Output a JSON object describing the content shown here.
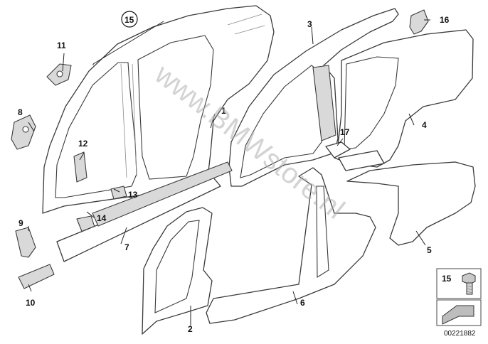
{
  "diagram": {
    "watermark": "www.BMWstore.nl",
    "callouts": {
      "c1": "1",
      "c2": "2",
      "c3": "3",
      "c4": "4",
      "c5": "5",
      "c6": "6",
      "c7": "7",
      "c8": "8",
      "c9": "9",
      "c10": "10",
      "c11": "11",
      "c12": "12",
      "c13": "13",
      "c14": "14",
      "c15_circled": "15",
      "c16": "16",
      "c17": "17"
    },
    "legend": {
      "number": "15"
    },
    "document_number": "00221882"
  }
}
